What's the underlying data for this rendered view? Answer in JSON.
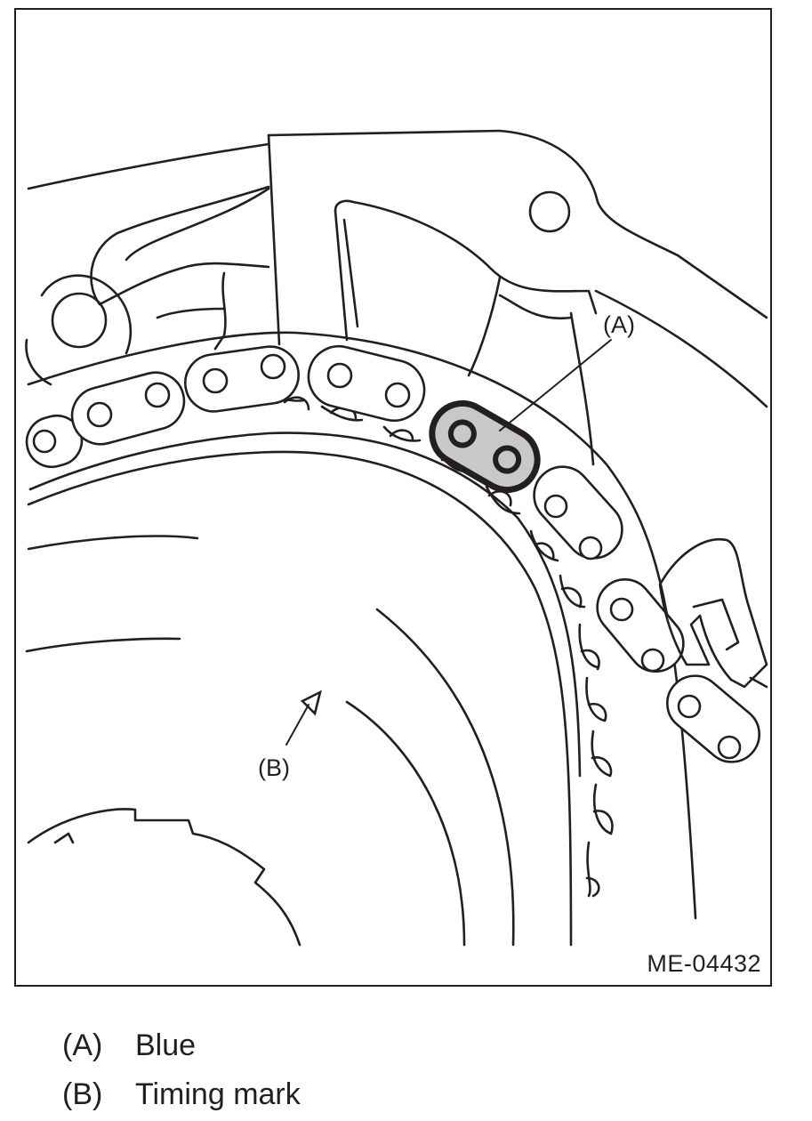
{
  "figure": {
    "id": "ME-04432",
    "callouts": {
      "a": "(A)",
      "b": "(B)"
    },
    "colors": {
      "blue_link_fill": "#c8c8c8",
      "line": "#231f20"
    }
  },
  "legend": [
    {
      "key": "(A)",
      "label": "Blue"
    },
    {
      "key": "(B)",
      "label": "Timing mark"
    }
  ]
}
